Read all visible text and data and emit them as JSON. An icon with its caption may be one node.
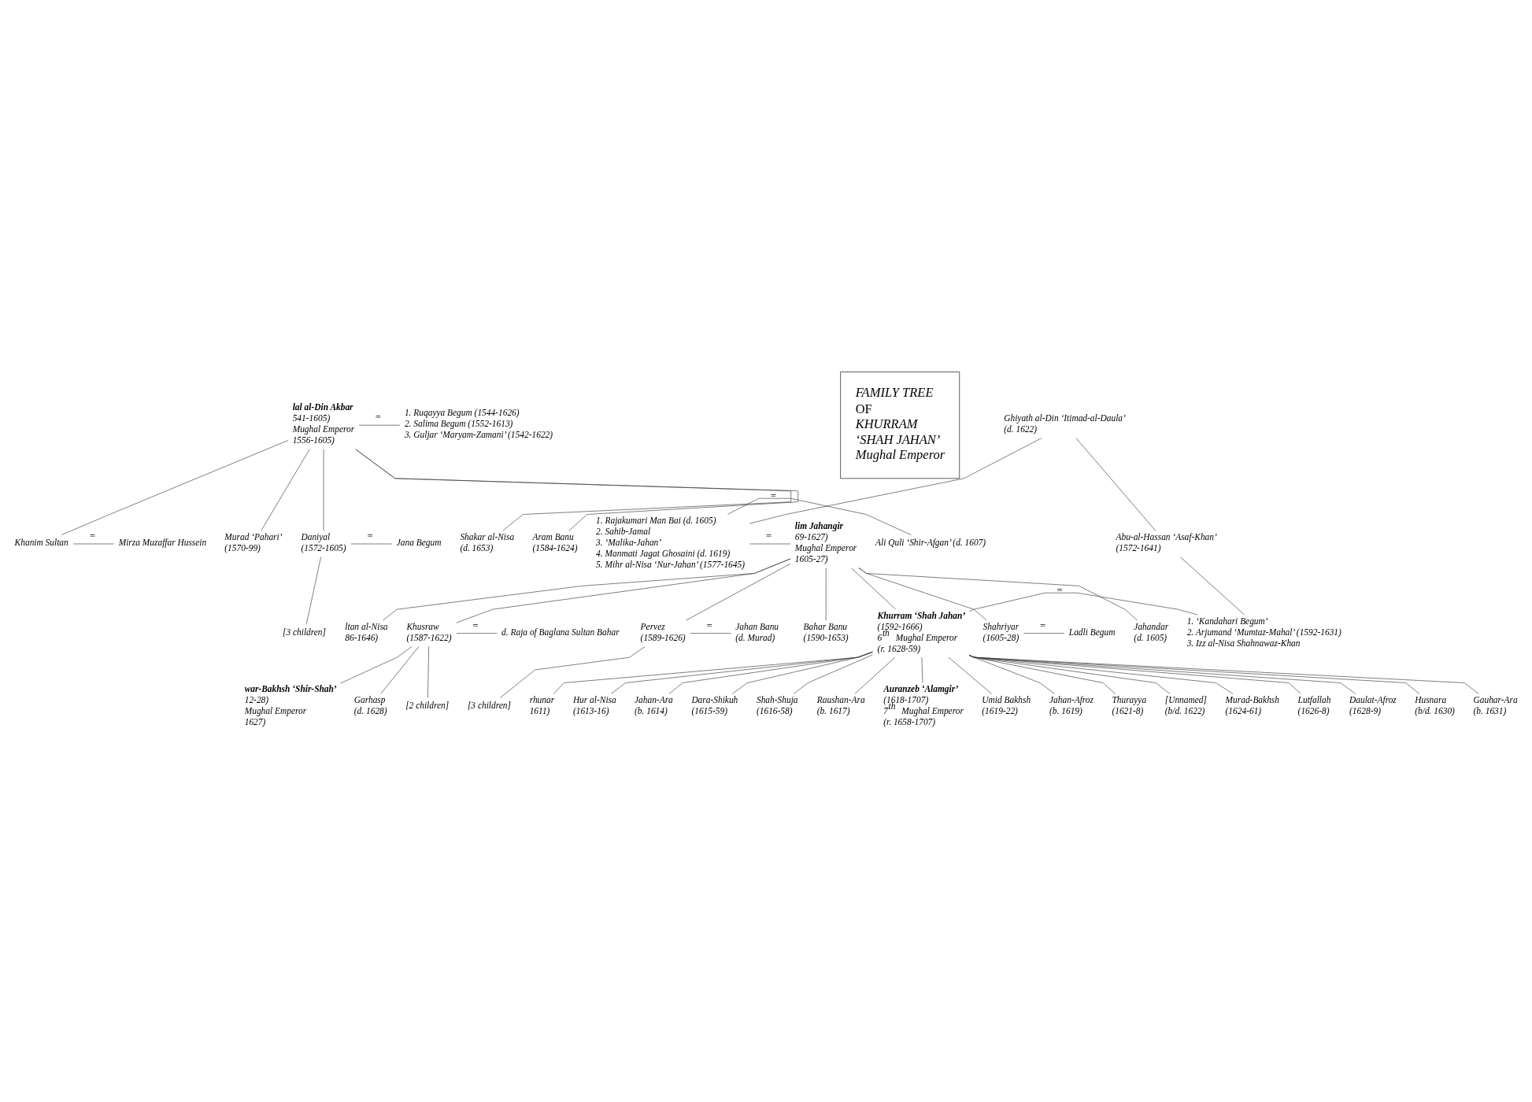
{
  "diagram": {
    "nodes": [
      {
        "text": [
          "lal al-Din Akbar",
          "541-1605)",
          "Mughal Emperor",
          "1556-1605)"
        ]
      },
      {
        "text": [
          "1. Ruqayya Begum (1544-1626)",
          "2. Salima Begum (1552-1613)",
          "3. Guljar ‘Maryam-Zamani’ (1542-1622)"
        ]
      },
      {
        "text": [
          "Khanim Sultan"
        ]
      },
      {
        "text": [
          "Mirza Muzaffar Hussein"
        ]
      },
      {
        "text": [
          "Murad ‘Pahari’",
          "(1570-99)"
        ]
      },
      {
        "text": [
          "Daniyal",
          "(1572-1605)"
        ]
      },
      {
        "text": [
          "Jana Begum"
        ]
      },
      {
        "text": [
          "[3 children]"
        ]
      },
      {
        "text": [
          "Shakar al-Nisa",
          "(d. 1653)"
        ]
      },
      {
        "text": [
          "Aram Banu",
          "(1584-1624)"
        ]
      },
      {
        "text": [
          "FAMILY TREE",
          "OF",
          "KHURRAM",
          "‘SHAH JAHAN’",
          "Mughal Emperor"
        ]
      },
      {
        "text": [
          "Ghiyath al-Din ‘Itimad-al-Daula’",
          "(d. 1622)"
        ]
      },
      {
        "text": [
          "lim Jahangir",
          "69-1627)",
          "Mughal Emperor",
          "1605-27)"
        ]
      },
      {
        "text": [
          "1. Rajakumari Man Bai (d. 1605)",
          "2. Sahib-Jamal",
          "3. ‘Malika-Jahan’",
          "4. Manmati Jagat Ghosaini (d. 1619)",
          "5. Mihr al-Nisa ‘Nur-Jahan’ (1577-1645)"
        ]
      },
      {
        "text": [
          "Ali Quli ‘Shir-Afgan’ (d. 1607)"
        ]
      },
      {
        "text": [
          "Abu-al-Hassan ‘Asaf-Khan’",
          "(1572-1641)"
        ]
      },
      {
        "text": [
          "ltan al-Nisa",
          "86-1646)"
        ]
      },
      {
        "text": [
          "Khusraw",
          "(1587-1622)"
        ]
      },
      {
        "text": [
          "d. Raja of Baglana Sultan Bahar"
        ]
      },
      {
        "text": [
          "war-Bakhsh ‘Shir-Shah’",
          "12-28)",
          "Mughal Emperor",
          "1627)"
        ]
      },
      {
        "text": [
          "Garhasp",
          "(d. 1628)"
        ]
      },
      {
        "text": [
          "[2 children]"
        ]
      },
      {
        "text": [
          "Pervez",
          "(1589-1626)"
        ]
      },
      {
        "text": [
          "Jahan Banu",
          "(d. Murad)"
        ]
      },
      {
        "text": [
          "[3 children]"
        ]
      },
      {
        "text": [
          "Bahar Banu",
          "(1590-1653)"
        ]
      },
      {
        "text": [
          "Khurram ‘Shah Jahan’",
          "(1592-1666)",
          "6$^{th}$ Mughal Emperor",
          "(r. 1628-59)"
        ]
      },
      {
        "text": [
          "Shahriyar",
          "(1605-28)"
        ]
      },
      {
        "text": [
          "Ladli Begum"
        ]
      },
      {
        "text": [
          "Jahandar",
          "(d. 1605)"
        ]
      },
      {
        "text": [
          "1. ‘Kandahari Begum’",
          "2. Arjumand ‘Mumtaz-Mahal’ (1592-1631)",
          "3. Izz al-Nisa Shahnawaz-Khan"
        ]
      },
      {
        "text": [
          "rhunar",
          "1611)"
        ]
      },
      {
        "text": [
          "Hur al-Nisa",
          "(1613-16)"
        ]
      },
      {
        "text": [
          "Jahan-Ara",
          "(b. 1614)"
        ]
      },
      {
        "text": [
          "Dara-Shikuh",
          "(1615-59)"
        ]
      },
      {
        "text": [
          "Shah-Shuja",
          "(1616-58)"
        ]
      },
      {
        "text": [
          "Raushan-Ara",
          "(b. 1617)"
        ]
      },
      {
        "text": [
          "Auranzeb ‘Alamgir’",
          "(1618-1707)",
          "7$^{th}$ Mughal Emperor",
          "(r. 1658-1707)"
        ]
      },
      {
        "text": [
          "Umid Bakhsh",
          "(1619-22)"
        ]
      },
      {
        "text": [
          "Jahan-Afroz",
          "(b. 1619)"
        ]
      },
      {
        "text": [
          "Thurayya",
          "(1621-8)"
        ]
      },
      {
        "text": [
          "[Unnamed]",
          "(b/d. 1622)"
        ]
      },
      {
        "text": [
          "Murad-Bakhsh",
          "(1624-61)"
        ]
      },
      {
        "text": [
          "Lutfallah",
          "(1626-8)"
        ]
      },
      {
        "text": [
          "Daulat-Afroz",
          "(1628-9)"
        ]
      },
      {
        "text": [
          "Husnara",
          "(b/d. 1630)"
        ]
      },
      {
        "text": [
          "Gauhar-Ara",
          "(b. 1631)"
        ]
      }
    ],
    "edges": [
      {
        "from": 0,
        "to": 1,
        "arrow": "none",
        "label": "="
      },
      {
        "from": 0,
        "to": 2,
        "arrow": "none"
      },
      {
        "from": 0,
        "to": 4,
        "arrow": "none"
      },
      {
        "from": 0,
        "to": 5,
        "arrow": "none"
      },
      {
        "from": 0,
        "to": 8,
        "arrow": "none"
      },
      {
        "from": 0,
        "to": 9,
        "arrow": "none"
      },
      {
        "from": 2,
        "to": 3,
        "arrow": "none",
        "label": "="
      },
      {
        "from": 5,
        "to": 6,
        "arrow": "none",
        "label": "="
      },
      {
        "from": 5,
        "to": 7,
        "arrow": "none"
      },
      {
        "from": 11,
        "to": 13,
        "arrow": "none"
      },
      {
        "from": 11,
        "to": 15,
        "arrow": "none"
      },
      {
        "from": 12,
        "to": 13,
        "arrow": "none",
        "label": "="
      },
      {
        "from": 13,
        "to": 14,
        "arrow": "none",
        "label": "="
      },
      {
        "from": 12,
        "to": 16,
        "arrow": "none"
      },
      {
        "from": 12,
        "to": 17,
        "arrow": "none"
      },
      {
        "from": 12,
        "to": 22,
        "arrow": "none"
      },
      {
        "from": 12,
        "to": 25,
        "arrow": "none"
      },
      {
        "from": 12,
        "to": 26,
        "arrow": "none"
      },
      {
        "from": 12,
        "to": 27,
        "arrow": "none"
      },
      {
        "from": 12,
        "to": 29,
        "arrow": "none"
      },
      {
        "from": 17,
        "to": 18,
        "arrow": "none",
        "label": "="
      },
      {
        "from": 17,
        "to": 19,
        "arrow": "none"
      },
      {
        "from": 17,
        "to": 20,
        "arrow": "none"
      },
      {
        "from": 17,
        "to": 21,
        "arrow": "none"
      },
      {
        "from": 22,
        "to": 23,
        "arrow": "none",
        "label": "="
      },
      {
        "from": 22,
        "to": 24,
        "arrow": "none"
      },
      {
        "from": 27,
        "to": 28,
        "arrow": "none",
        "label": "="
      },
      {
        "from": 15,
        "to": 30,
        "arrow": "none"
      },
      {
        "from": 26,
        "to": 30,
        "arrow": "none",
        "label": "="
      },
      {
        "from": 26,
        "to": 31,
        "arrow": "none"
      },
      {
        "from": 26,
        "to": 32,
        "arrow": "none"
      },
      {
        "from": 26,
        "to": 33,
        "arrow": "none"
      },
      {
        "from": 26,
        "to": 34,
        "arrow": "none"
      },
      {
        "from": 26,
        "to": 35,
        "arrow": "none"
      },
      {
        "from": 26,
        "to": 36,
        "arrow": "none"
      },
      {
        "from": 26,
        "to": 37,
        "arrow": "none"
      },
      {
        "from": 26,
        "to": 38,
        "arrow": "none"
      },
      {
        "from": 26,
        "to": 39,
        "arrow": "none"
      },
      {
        "from": 26,
        "to": 40,
        "arrow": "none"
      },
      {
        "from": 26,
        "to": 41,
        "arrow": "none"
      },
      {
        "from": 26,
        "to": 42,
        "arrow": "none"
      },
      {
        "from": 26,
        "to": 43,
        "arrow": "none"
      },
      {
        "from": 26,
        "to": 44,
        "arrow": "none"
      },
      {
        "from": 26,
        "to": 45,
        "arrow": "none"
      },
      {
        "from": 26,
        "to": 46,
        "arrow": "none"
      }
    ]
  }
}
